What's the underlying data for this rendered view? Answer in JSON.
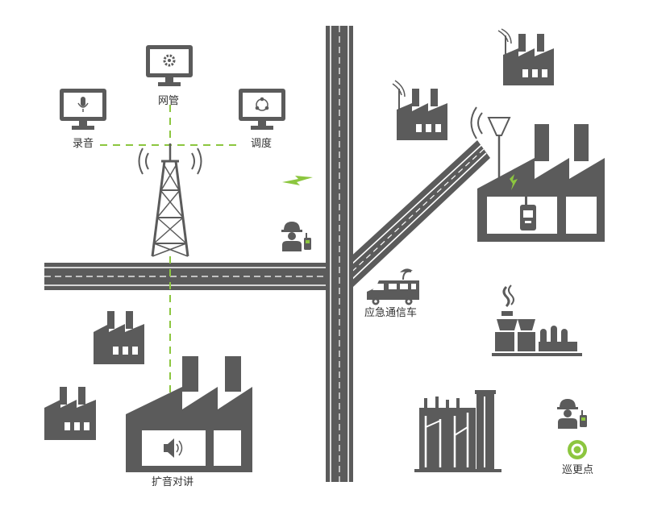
{
  "labels": {
    "network_management": "网管",
    "recording": "录音",
    "dispatch": "调度",
    "emergency_vehicle": "应急通信车",
    "pa_intercom": "扩音对讲",
    "patrol_point": "巡更点"
  },
  "colors": {
    "building": "#5b5b5b",
    "road_line": "#ffffff",
    "link": "#8cc63f",
    "screen": "#ffffff",
    "text": "#333333"
  },
  "icons": [
    "monitor-network-icon",
    "monitor-microphone-icon",
    "monitor-dispatch-icon",
    "radio-tower-icon",
    "lightning-icon",
    "worker-radio-icon",
    "emergency-vehicle-icon",
    "factory-icon",
    "speaker-icon",
    "handheld-radio-icon",
    "refinery-icon",
    "plant-icon",
    "patrol-point-icon"
  ]
}
